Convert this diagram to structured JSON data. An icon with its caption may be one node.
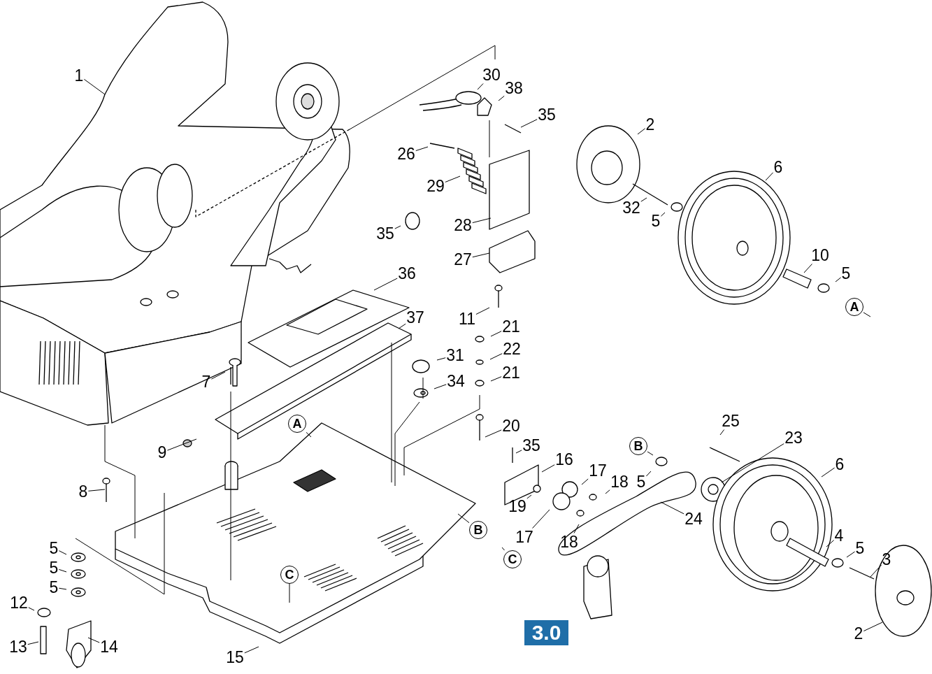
{
  "diagram": {
    "nodes": [
      {
        "text": [
          "1"
        ]
      },
      {
        "text": [
          "30"
        ]
      },
      {
        "text": [
          "38"
        ]
      },
      {
        "text": [
          "35"
        ]
      },
      {
        "text": [
          "2"
        ]
      },
      {
        "text": [
          "26"
        ]
      },
      {
        "text": [
          "6"
        ]
      },
      {
        "text": [
          "29"
        ]
      },
      {
        "text": [
          "32"
        ]
      },
      {
        "text": [
          "5"
        ]
      },
      {
        "text": [
          "35"
        ]
      },
      {
        "text": [
          "28"
        ]
      },
      {
        "text": [
          "10"
        ]
      },
      {
        "text": [
          "27"
        ]
      },
      {
        "text": [
          "36"
        ]
      },
      {
        "text": [
          "5"
        ]
      },
      {
        "text": [
          "A"
        ]
      },
      {
        "text": [
          "37"
        ]
      },
      {
        "text": [
          "11"
        ]
      },
      {
        "text": [
          "21"
        ]
      },
      {
        "text": [
          "22"
        ]
      },
      {
        "text": [
          "31"
        ]
      },
      {
        "text": [
          "21"
        ]
      },
      {
        "text": [
          "7"
        ]
      },
      {
        "text": [
          "34"
        ]
      },
      {
        "text": [
          "25"
        ]
      },
      {
        "text": [
          "A"
        ]
      },
      {
        "text": [
          "20"
        ]
      },
      {
        "text": [
          "23"
        ]
      },
      {
        "text": [
          "35"
        ]
      },
      {
        "text": [
          "B"
        ]
      },
      {
        "text": [
          "9"
        ]
      },
      {
        "text": [
          "16"
        ]
      },
      {
        "text": [
          "6"
        ]
      },
      {
        "text": [
          "17"
        ]
      },
      {
        "text": [
          "18"
        ]
      },
      {
        "text": [
          "5"
        ]
      },
      {
        "text": [
          "8"
        ]
      },
      {
        "text": [
          "19"
        ]
      },
      {
        "text": [
          "24"
        ]
      },
      {
        "text": [
          "B"
        ]
      },
      {
        "text": [
          "18"
        ]
      },
      {
        "text": [
          "17"
        ]
      },
      {
        "text": [
          "4"
        ]
      },
      {
        "text": [
          "5"
        ]
      },
      {
        "text": [
          "5"
        ]
      },
      {
        "text": [
          "C"
        ]
      },
      {
        "text": [
          "3"
        ]
      },
      {
        "text": [
          "5"
        ]
      },
      {
        "text": [
          "C"
        ]
      },
      {
        "text": [
          "5"
        ]
      },
      {
        "text": [
          "12"
        ]
      },
      {
        "text": [
          "2"
        ]
      },
      {
        "text": [
          "13"
        ]
      },
      {
        "text": [
          "14"
        ]
      },
      {
        "text": [
          "15"
        ]
      }
    ],
    "edges": [
      {
        "from": 0,
        "to": null,
        "arrow": "none"
      },
      {
        "from": 1,
        "to": null,
        "arrow": "none"
      },
      {
        "from": 2,
        "to": null,
        "arrow": "none"
      },
      {
        "from": 3,
        "to": null,
        "arrow": "none"
      },
      {
        "from": 4,
        "to": null,
        "arrow": "none"
      },
      {
        "from": 5,
        "to": null,
        "arrow": "none"
      },
      {
        "from": 6,
        "to": null,
        "arrow": "none"
      },
      {
        "from": 7,
        "to": null,
        "arrow": "none"
      },
      {
        "from": 8,
        "to": null,
        "arrow": "none"
      },
      {
        "from": 9,
        "to": null,
        "arrow": "none"
      },
      {
        "from": 10,
        "to": null,
        "arrow": "none"
      },
      {
        "from": 11,
        "to": null,
        "arrow": "none"
      },
      {
        "from": 12,
        "to": null,
        "arrow": "none"
      },
      {
        "from": 13,
        "to": null,
        "arrow": "none"
      },
      {
        "from": 14,
        "to": null,
        "arrow": "none"
      },
      {
        "from": 15,
        "to": null,
        "arrow": "none"
      },
      {
        "from": 16,
        "to": null,
        "arrow": "none"
      },
      {
        "from": 17,
        "to": null,
        "arrow": "none"
      },
      {
        "from": 18,
        "to": null,
        "arrow": "none"
      },
      {
        "from": 19,
        "to": null,
        "arrow": "none"
      },
      {
        "from": 20,
        "to": null,
        "arrow": "none"
      },
      {
        "from": 21,
        "to": null,
        "arrow": "none"
      },
      {
        "from": 22,
        "to": null,
        "arrow": "none"
      },
      {
        "from": 23,
        "to": null,
        "arrow": "none"
      },
      {
        "from": 24,
        "to": null,
        "arrow": "none"
      },
      {
        "from": 25,
        "to": null,
        "arrow": "none"
      },
      {
        "from": 26,
        "to": null,
        "arrow": "none"
      },
      {
        "from": 27,
        "to": null,
        "arrow": "none"
      },
      {
        "from": 28,
        "to": null,
        "arrow": "none"
      },
      {
        "from": 29,
        "to": null,
        "arrow": "none"
      },
      {
        "from": 30,
        "to": null,
        "arrow": "none"
      },
      {
        "from": 31,
        "to": null,
        "arrow": "none"
      },
      {
        "from": 32,
        "to": null,
        "arrow": "none"
      },
      {
        "from": 33,
        "to": null,
        "arrow": "none"
      },
      {
        "from": 34,
        "to": null,
        "arrow": "none"
      },
      {
        "from": 35,
        "to": null,
        "arrow": "none"
      },
      {
        "from": 36,
        "to": null,
        "arrow": "none"
      },
      {
        "from": 37,
        "to": null,
        "arrow": "none"
      },
      {
        "from": 38,
        "to": null,
        "arrow": "none"
      },
      {
        "from": 39,
        "to": null,
        "arrow": "none"
      },
      {
        "from": 40,
        "to": null,
        "arrow": "none"
      },
      {
        "from": 41,
        "to": null,
        "arrow": "none"
      },
      {
        "from": 42,
        "to": null,
        "arrow": "none"
      },
      {
        "from": 43,
        "to": null,
        "arrow": "none"
      },
      {
        "from": 44,
        "to": null,
        "arrow": "none"
      },
      {
        "from": 45,
        "to": null,
        "arrow": "none"
      },
      {
        "from": 46,
        "to": null,
        "arrow": "none"
      },
      {
        "from": 47,
        "to": null,
        "arrow": "none"
      },
      {
        "from": 48,
        "to": null,
        "arrow": "none"
      },
      {
        "from": 49,
        "to": null,
        "arrow": "none"
      },
      {
        "from": 50,
        "to": null,
        "arrow": "none"
      },
      {
        "from": 51,
        "to": null,
        "arrow": "none"
      },
      {
        "from": 52,
        "to": null,
        "arrow": "none"
      },
      {
        "from": 53,
        "to": null,
        "arrow": "none"
      },
      {
        "from": 54,
        "to": null,
        "arrow": "none"
      },
      {
        "from": 55,
        "to": null,
        "arrow": "none"
      }
    ],
    "labels": [
      "3.0"
    ]
  }
}
